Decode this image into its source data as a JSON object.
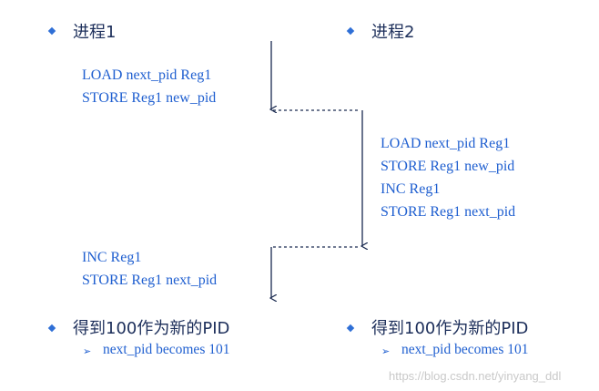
{
  "process1": {
    "title": "进程1",
    "steps_before": [
      "LOAD next_pid Reg1",
      "STORE Reg1 new_pid"
    ],
    "steps_after": [
      "INC Reg1",
      "STORE Reg1 next_pid"
    ],
    "result": "得到100作为新的PID",
    "sub_result": "next_pid becomes 101"
  },
  "process2": {
    "title": "进程2",
    "steps": [
      "LOAD next_pid Reg1",
      "STORE Reg1 new_pid",
      "INC Reg1",
      "STORE Reg1 next_pid"
    ],
    "result": "得到100作为新的PID",
    "sub_result": "next_pid becomes 101"
  },
  "watermark": "https://blog.csdn.net/yinyang_ddl",
  "colors": {
    "accent": "#1f5fd0",
    "heading": "#1c2e5a",
    "bullet": "#2f6fd6"
  },
  "icons": {
    "bullet": "diamond-bullet-icon",
    "sub_bullet": "arrowhead-bullet-icon"
  }
}
